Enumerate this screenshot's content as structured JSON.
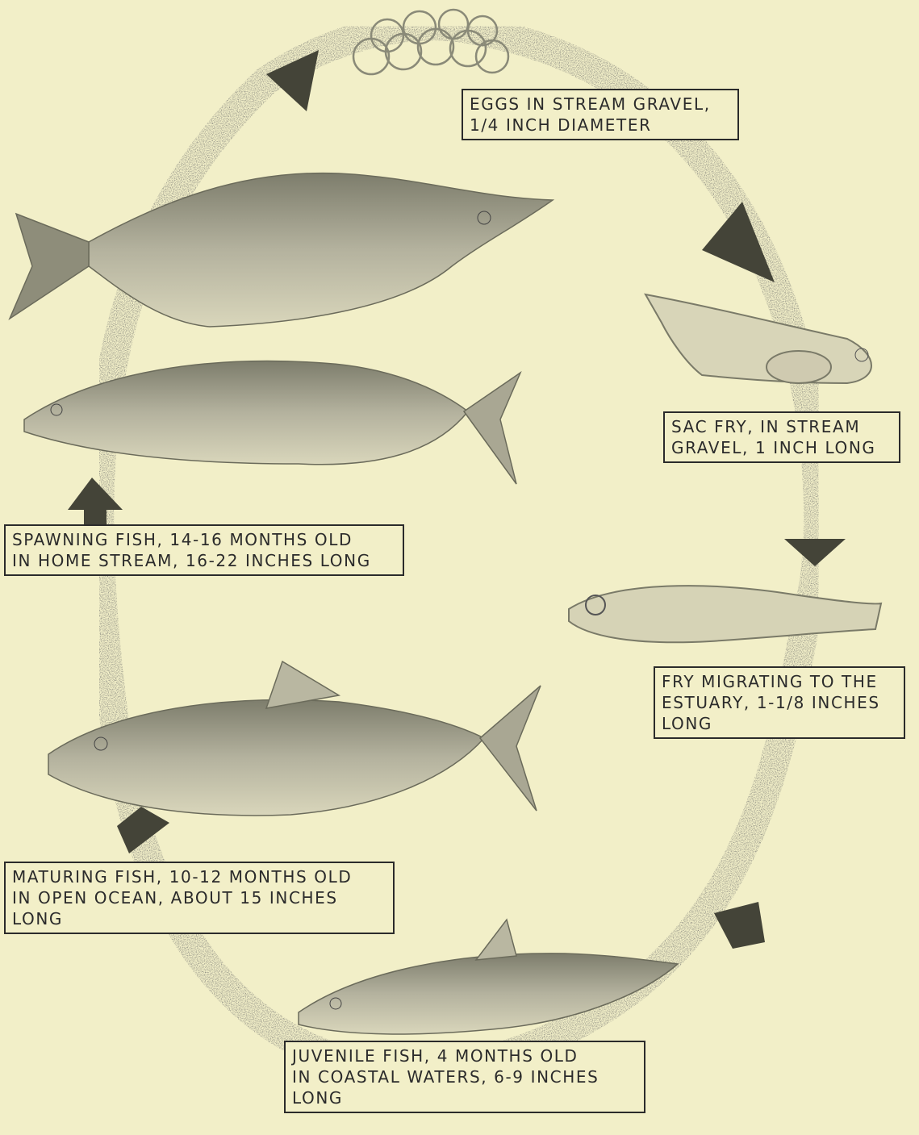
{
  "stages": [
    {
      "lines": [
        "EGGS IN STREAM GRAVEL,",
        "1/4 INCH DIAMETER"
      ]
    },
    {
      "lines": [
        "SAC FRY, IN STREAM",
        "GRAVEL, 1 INCH LONG"
      ]
    },
    {
      "lines": [
        "FRY MIGRATING TO THE",
        "ESTUARY, 1-1/8 INCHES",
        "LONG"
      ]
    },
    {
      "lines": [
        "JUVENILE FISH, 4 MONTHS OLD",
        "IN COASTAL WATERS, 6-9 INCHES",
        "LONG"
      ]
    },
    {
      "lines": [
        "MATURING FISH, 10-12 MONTHS OLD",
        "IN OPEN OCEAN, ABOUT 15 INCHES",
        "LONG"
      ]
    },
    {
      "lines": [
        "SPAWNING FISH, 14-16 MONTHS OLD",
        "IN HOME STREAM, 16-22 INCHES LONG"
      ]
    }
  ],
  "colors": {
    "background": "#f2efc8",
    "ink": "#2b2b2b",
    "fish": "#9a9a86"
  }
}
